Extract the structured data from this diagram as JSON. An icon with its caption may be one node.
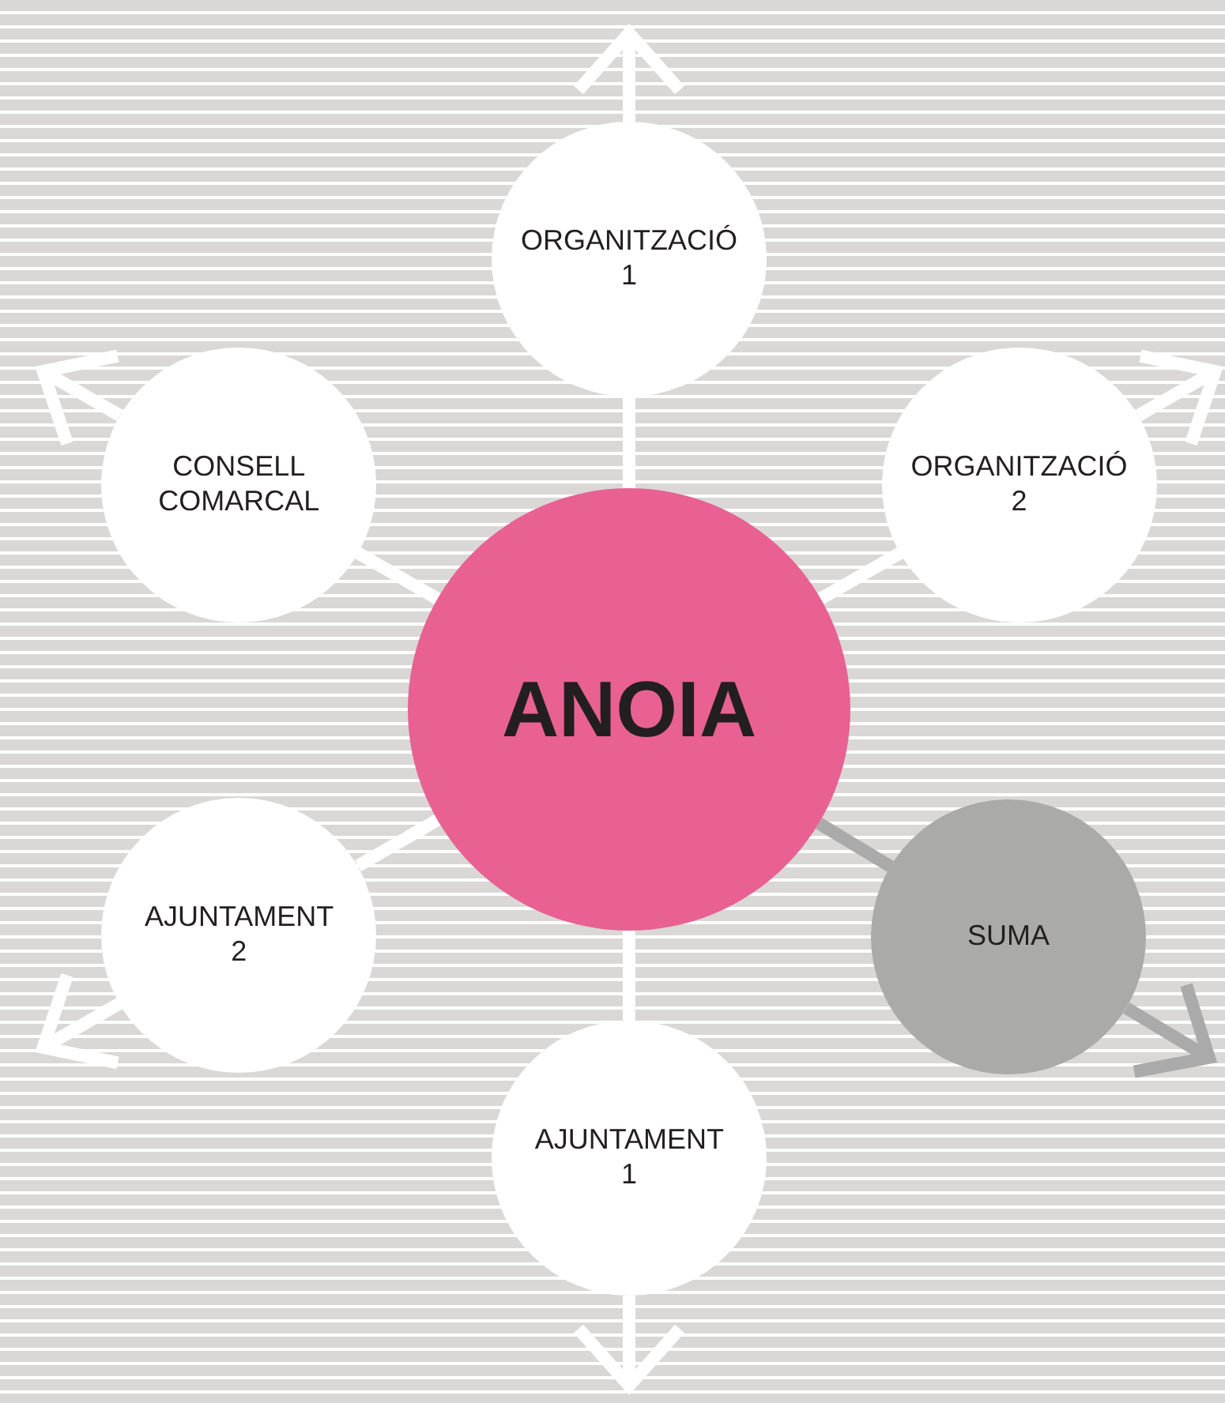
{
  "diagram": {
    "nodes": [
      {
        "text": [
          "ANOIA"
        ]
      },
      {
        "text": [
          "ORGANITZACIÓ 1"
        ]
      },
      {
        "text": [
          "ORGANITZACIÓ 2"
        ]
      },
      {
        "text": [
          "SUMA"
        ]
      },
      {
        "text": [
          "AJUNTAMENT 1"
        ]
      },
      {
        "text": [
          "AJUNTAMENT 2"
        ]
      },
      {
        "text": [
          "CONSELL COMARCAL"
        ]
      }
    ],
    "edges": [
      {
        "from": 0,
        "to": 1,
        "arrow": "none"
      },
      {
        "from": 1,
        "to": null,
        "arrow": "to"
      },
      {
        "from": 0,
        "to": 2,
        "arrow": "none"
      },
      {
        "from": 2,
        "to": null,
        "arrow": "to"
      },
      {
        "from": 0,
        "to": 3,
        "arrow": "none",
        "color": "#aaaaaa"
      },
      {
        "from": 3,
        "to": null,
        "arrow": "to",
        "color": "#aaaaaa"
      },
      {
        "from": 0,
        "to": 4,
        "arrow": "none"
      },
      {
        "from": 4,
        "to": null,
        "arrow": "to"
      },
      {
        "from": 0,
        "to": 5,
        "arrow": "none"
      },
      {
        "from": 5,
        "to": null,
        "arrow": "to"
      },
      {
        "from": 0,
        "to": 6,
        "arrow": "none"
      },
      {
        "from": 6,
        "to": null,
        "arrow": "to"
      }
    ]
  }
}
